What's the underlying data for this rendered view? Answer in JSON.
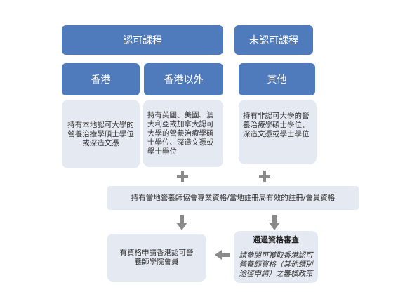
{
  "colors": {
    "primary_box": "#4f7bbd",
    "secondary_box": "#e4e9f2",
    "connector": "#8a8a8a"
  },
  "top": {
    "accredited": "認可課程",
    "non_accredited": "未認可課程"
  },
  "categories": {
    "hong_kong": "香港",
    "outside_hong_kong": "香港以外",
    "other": "其他"
  },
  "qualifications": {
    "hong_kong": "持有本地認可大學的營養治療學碩士學位或深造文憑",
    "outside_hong_kong": "持有英國、美國、澳大利亞或加拿大認可大學的營養治療學碩士學位、深造文憑或學士學位",
    "other": "持有非認可大學的營養治療學碩士學位、深造文憑或學士學位"
  },
  "common_requirement": "持有當地營養師協會專業資格/當地註冊局有效的註冊/會員資格",
  "review": {
    "title": "通過資格審查",
    "note": "請參閱可獲取香港認可營養師資格（其他類別途徑申請）之審核政策"
  },
  "outcome": "有資格申請香港認可營養師學院會員",
  "icons": {
    "plus": "plus-icon",
    "arrow_down": "arrow-down-icon",
    "arrow_left": "arrow-left-icon"
  }
}
